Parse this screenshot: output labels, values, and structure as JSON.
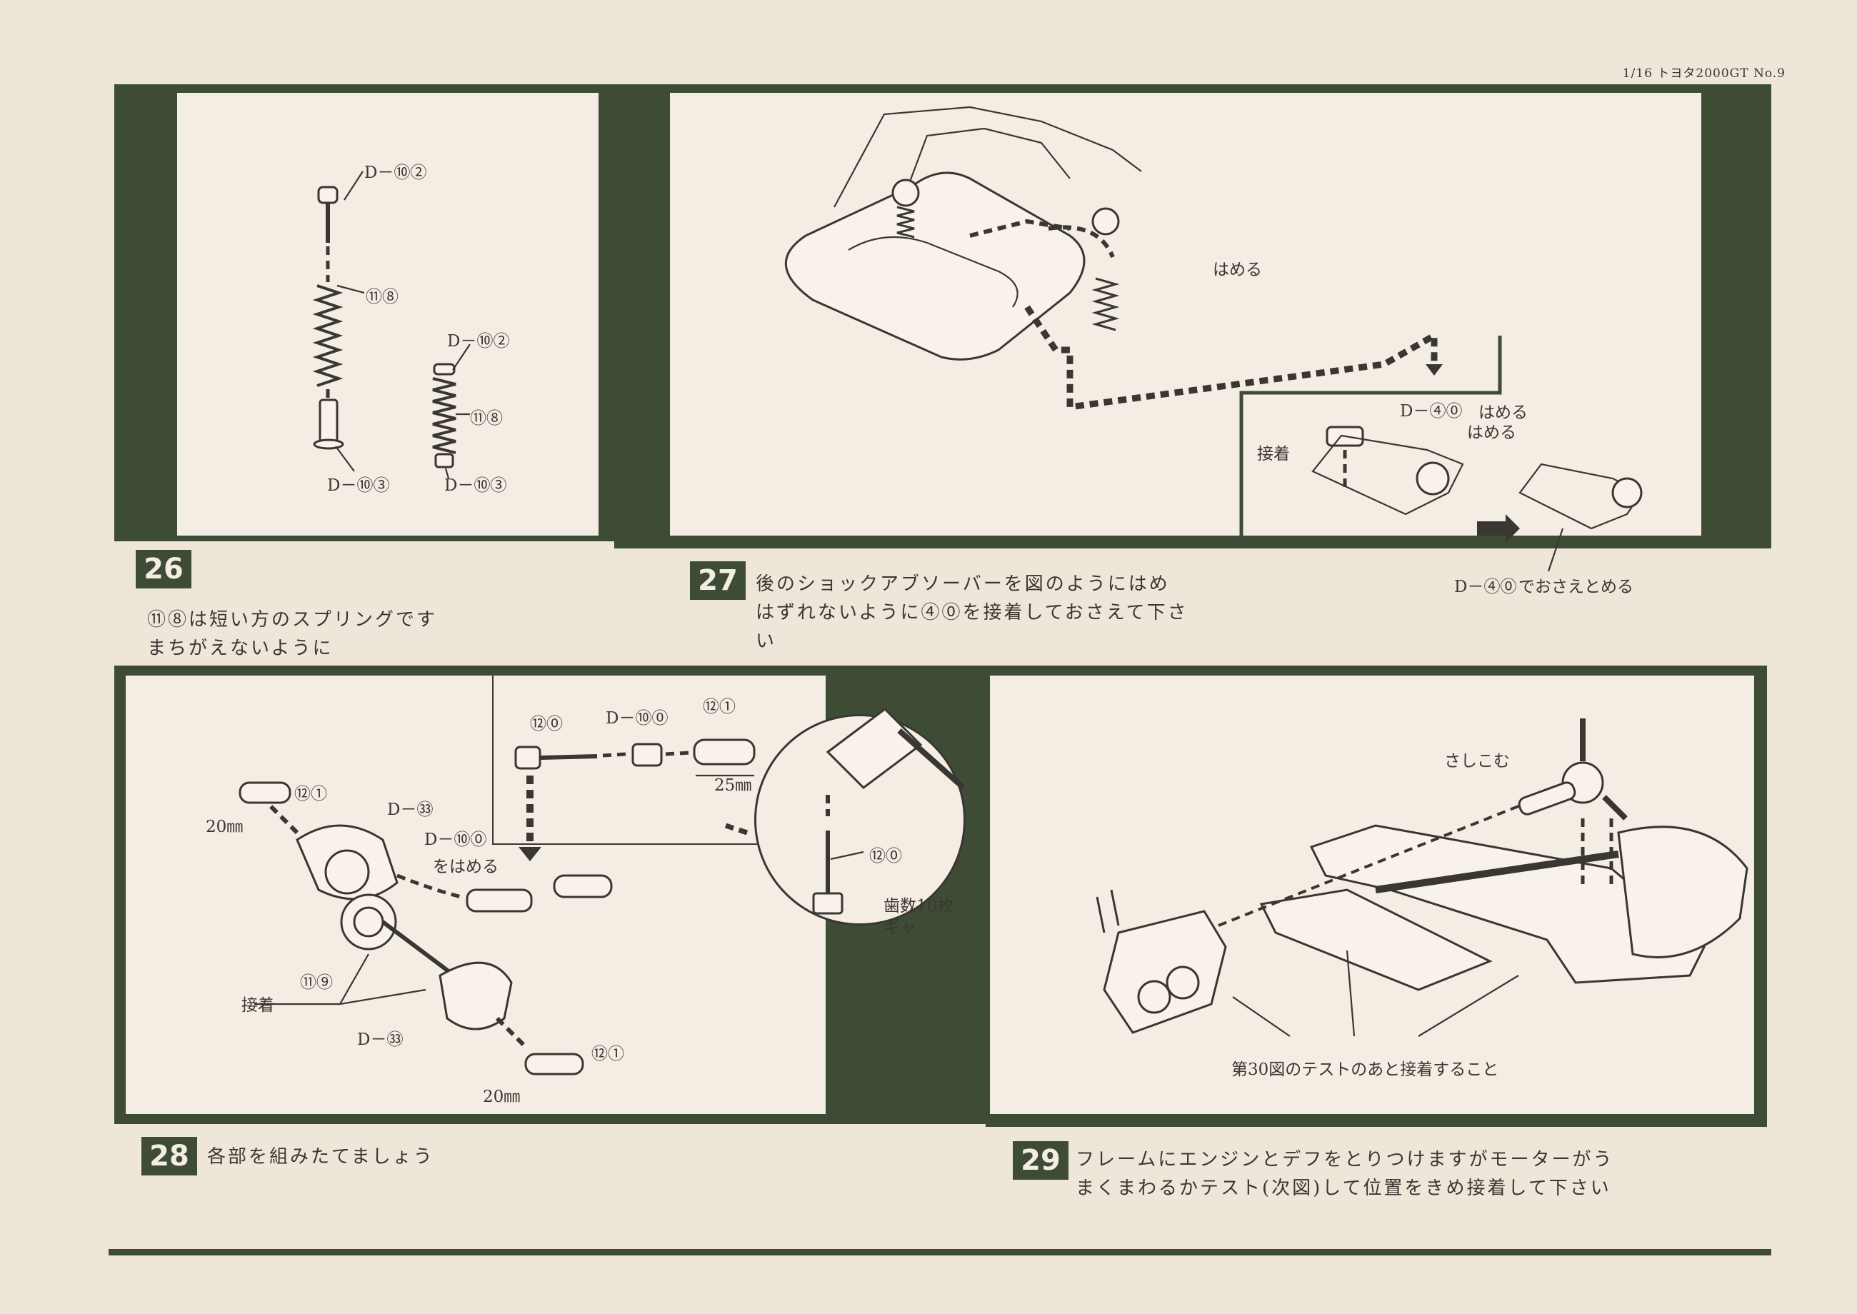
{
  "header": "1/16 トヨタ2000GT No.9",
  "steps": [
    {
      "number": "26",
      "caption": "⑪⑧は短い方のスプリングです\nまちがえないように",
      "labels": [
        "D－⑩②",
        "⑪⑧",
        "D－⑩③",
        "D－⑩②",
        "⑪⑧",
        "D－⑩③"
      ]
    },
    {
      "number": "27",
      "caption": "後のショックアブソーバーを図のようにはめ\nはずれないように④⓪を接着しておさえて下さ\nい",
      "labels": [
        "はめる",
        "D－④⓪",
        "はめる",
        "はめる",
        "接着",
        "D－④⓪",
        "でおさえとめる"
      ]
    },
    {
      "number": "28",
      "caption": "各部を組みたてましょう",
      "labels": [
        "⑫①",
        "20㎜",
        "D－㉝",
        "D－⑩⓪",
        "をはめる",
        "⑪⑨",
        "接着",
        "D－㉝",
        "⑫①",
        "20㎜",
        "⑫⓪",
        "D－⑩⓪",
        "⑫①",
        "25㎜",
        "⑫⓪",
        "歯数10枚",
        "ギャ"
      ]
    },
    {
      "number": "29",
      "caption": "フレームにエンジンとデフをとりつけますがモーターがう\nまくまわるかテスト(次図)して位置をきめ接着して下さい",
      "labels": [
        "さしこむ",
        "第30図のテストのあと接着すること"
      ]
    }
  ],
  "colors": {
    "frame": "#3e4c36",
    "paper": "#efe6da",
    "panel": "#f4ede4",
    "ink": "#3a3632"
  }
}
